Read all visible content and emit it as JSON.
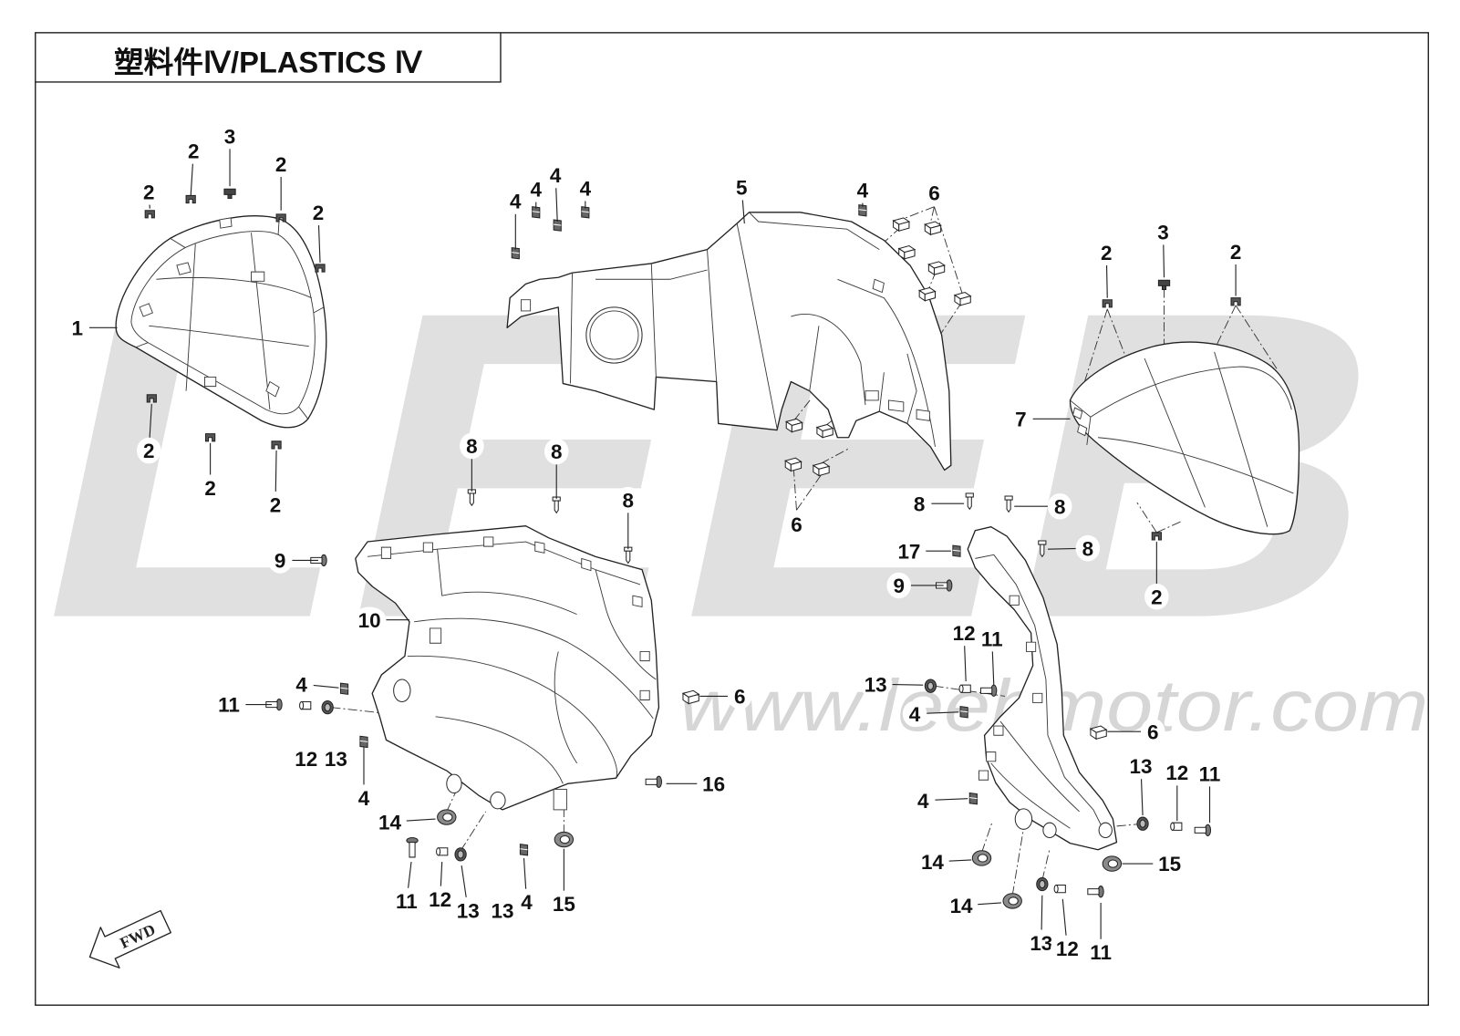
{
  "title": "塑料件Ⅳ/PLASTICS Ⅳ",
  "watermark": {
    "logo": "LEEB",
    "url": "www.leebmotor.com"
  },
  "direction_label": "FWD",
  "callouts": [
    "2",
    "3",
    "2",
    "2",
    "2",
    "1",
    "2",
    "2",
    "2",
    "4",
    "4",
    "4",
    "4",
    "5",
    "4",
    "6",
    "6",
    "2",
    "3",
    "2",
    "7",
    "2",
    "8",
    "8",
    "8",
    "9",
    "10",
    "4",
    "11",
    "6",
    "12",
    "13",
    "4",
    "16",
    "14",
    "11",
    "12",
    "13",
    "13",
    "4",
    "15",
    "8",
    "8",
    "8",
    "17",
    "9",
    "12",
    "11",
    "13",
    "4",
    "6",
    "13",
    "12",
    "11",
    "4",
    "14",
    "15",
    "14",
    "13",
    "12",
    "11"
  ],
  "colors": {
    "line": "#222222",
    "watermark_logo": "#e0e0e0",
    "watermark_url": "#d6d6d6"
  }
}
